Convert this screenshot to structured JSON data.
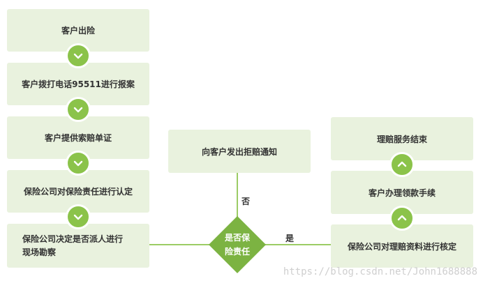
{
  "diagram": {
    "left_steps": [
      "客户出险",
      "客户拨打电话95511进行报案",
      "客户提供索赔单证",
      "保险公司对保险责任进行认定",
      "保险公司决定是否派人进行\n现场勘察"
    ],
    "decision": "是否保\n险责任",
    "reject": "向客户发出拒赔通知",
    "right_steps": [
      "理赔服务结束",
      "客户办理领款手续",
      "保险公司对理赔资料进行核定"
    ],
    "label_no": "否",
    "label_yes": "是",
    "icons": {
      "down": "chevron-down-icon",
      "up": "chevron-up-icon"
    },
    "colors": {
      "box": "#e9f2de",
      "accent": "#8bc34a",
      "diamond": "#7cb342",
      "line": "#9ccc65"
    }
  },
  "watermark": "https://blog.csdn.net/John1688888"
}
